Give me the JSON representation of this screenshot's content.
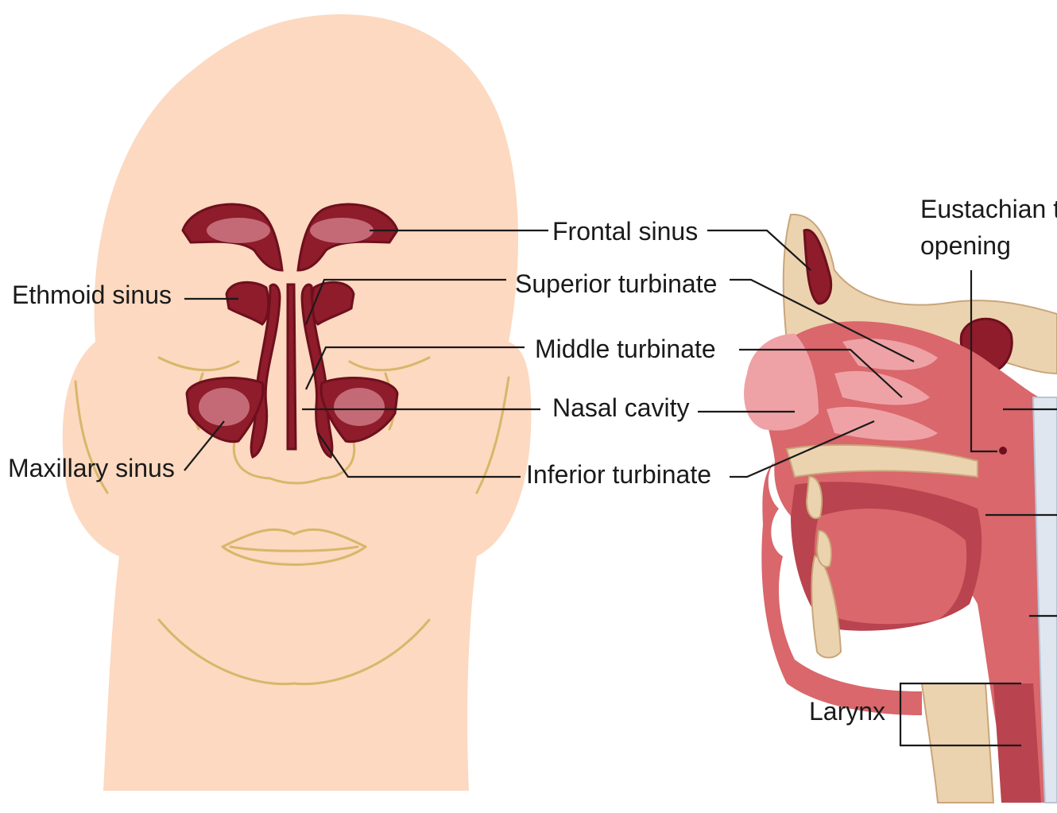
{
  "labels": {
    "frontal_sinus": "Frontal sinus",
    "ethmoid_sinus": "Ethmoid sinus",
    "superior_turbinate": "Superior turbinate",
    "middle_turbinate": "Middle turbinate",
    "nasal_cavity": "Nasal cavity",
    "maxillary_sinus": "Maxillary sinus",
    "inferior_turbinate": "Inferior turbinate",
    "eustachian_line1": "Eustachian tu",
    "eustachian_line2": "opening",
    "larynx": "Larynx"
  },
  "colors": {
    "skin": "#fcd9c0",
    "sinus": "#8e1c2b",
    "bone": "#ecd3b0",
    "tissue": "#d9676b",
    "leader": "#1a1a1a"
  }
}
